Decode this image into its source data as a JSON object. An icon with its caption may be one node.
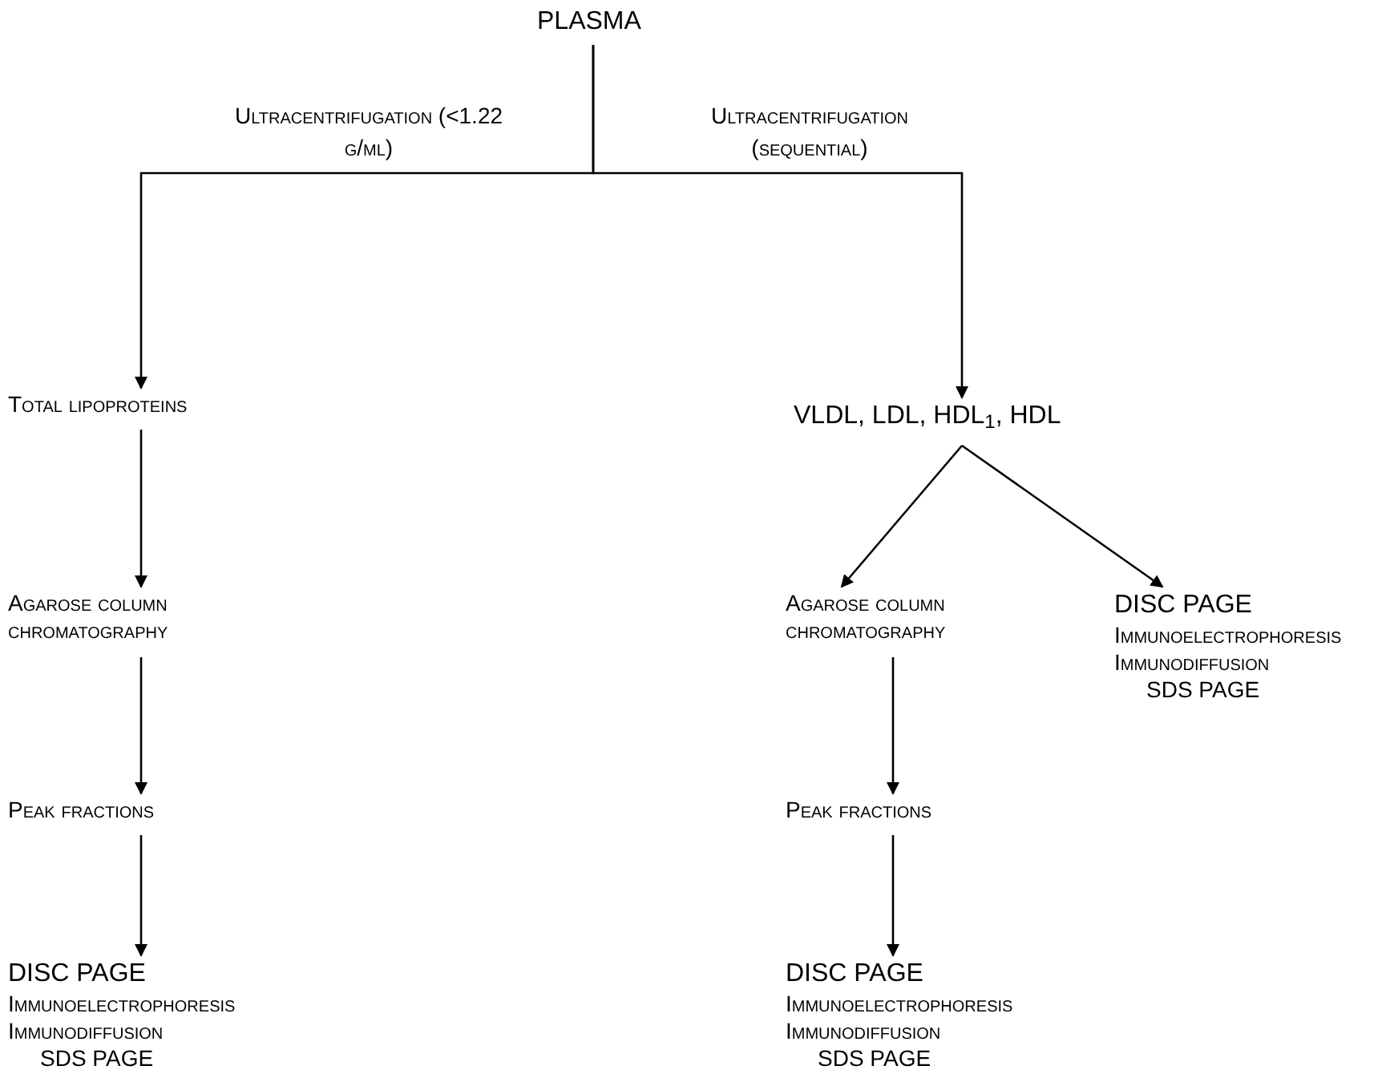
{
  "diagram": {
    "nodes": [
      {
        "text": [
          "PLASMA"
        ]
      },
      {
        "text": [
          "Total lipoproteins"
        ]
      },
      {
        "text": [
          "VLDL, LDL, HDL$_{1}$, HDL"
        ]
      },
      {
        "text": [
          "Agarose column chromatography"
        ]
      },
      {
        "text": [
          "Agarose column chromatography"
        ]
      },
      {
        "text": [
          "DISC PAGE",
          "Immunoelectrophoresis",
          "Immunodiffusion",
          "SDS PAGE"
        ]
      },
      {
        "text": [
          "Peak fractions"
        ]
      },
      {
        "text": [
          "Peak fractions"
        ]
      },
      {
        "text": [
          "DISC PAGE",
          "Immunoelectrophoresis",
          "Immunodiffusion",
          "SDS PAGE"
        ]
      },
      {
        "text": [
          "DISC PAGE",
          "Immunoelectrophoresis",
          "Immunodiffusion",
          "SDS PAGE"
        ]
      }
    ],
    "edges": [
      {
        "from": 0,
        "to": 1,
        "arrow": "to",
        "label": "Ultracentrifugation (<1.22 g/ml)"
      },
      {
        "from": 0,
        "to": 2,
        "arrow": "to",
        "label": "Ultracentrifugation (sequential)"
      },
      {
        "from": 1,
        "to": 3,
        "arrow": "to"
      },
      {
        "from": 3,
        "to": 6,
        "arrow": "to"
      },
      {
        "from": 6,
        "to": 8,
        "arrow": "to"
      },
      {
        "from": 2,
        "to": 4,
        "arrow": "to"
      },
      {
        "from": 2,
        "to": 5,
        "arrow": "to"
      },
      {
        "from": 4,
        "to": 7,
        "arrow": "to"
      },
      {
        "from": 7,
        "to": 9,
        "arrow": "to"
      }
    ]
  }
}
